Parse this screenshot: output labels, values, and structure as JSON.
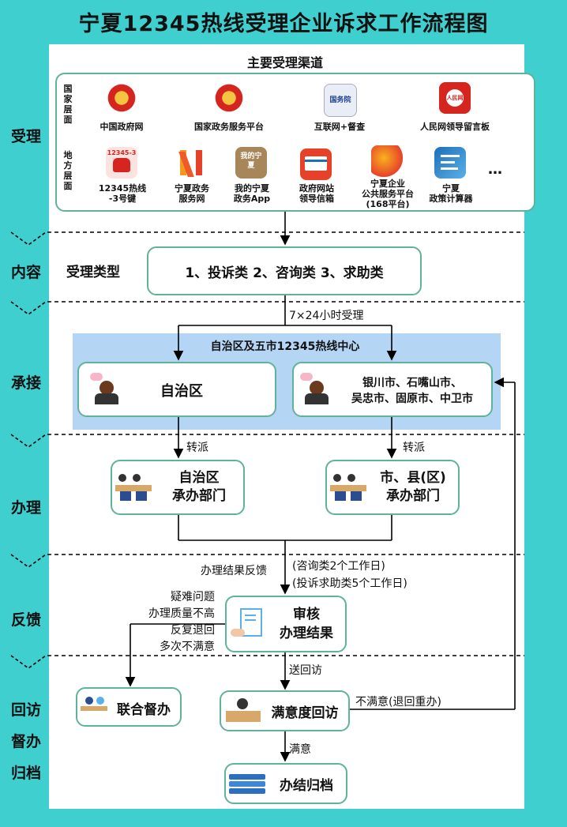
{
  "title": "宁夏12345热线受理企业诉求工作流程图",
  "stages": {
    "accept": "受理",
    "content": "内容",
    "undertake": "承接",
    "handle": "办理",
    "feedback": "反馈",
    "visit": [
      "回访",
      "督办",
      "归档"
    ]
  },
  "channels": {
    "heading": "主要受理渠道",
    "national_label": "国家层面",
    "local_label": "地方层面",
    "national": [
      {
        "name": "中国政府网",
        "icon": "national-emblem-icon"
      },
      {
        "name": "国家政务服务平台",
        "icon": "national-emblem-icon"
      },
      {
        "name": "互联网+督查",
        "icon": "state-council-icon",
        "logo_text": "国务院"
      },
      {
        "name": "人民网领导留言板",
        "icon": "people-daily-icon",
        "logo_text": "人民网"
      }
    ],
    "local": [
      {
        "name": "12345热线\n-3号键",
        "icon": "telephone-icon",
        "logo_text": "12345-3"
      },
      {
        "name": "宁夏政务\n服务网",
        "icon": "ningxia-n-icon"
      },
      {
        "name": "我的宁夏\n政务App",
        "icon": "my-ningxia-app-icon",
        "logo_text": "我的宁夏"
      },
      {
        "name": "政府网站\n领导信箱",
        "icon": "mailbox-icon"
      },
      {
        "name": "宁夏企业\n公共服务平台\n(168平台)",
        "icon": "phoenix-icon"
      },
      {
        "name": "宁夏\n政策计算器",
        "icon": "policy-calculator-icon"
      }
    ],
    "more": "…"
  },
  "content": {
    "label": "受理类型",
    "types": "1、投诉类 2、咨询类 3、求助类"
  },
  "hours_note": "7×24小时受理",
  "center_title": "自治区及五市12345热线中心",
  "region_box": "自治区",
  "cities_box": "银川市、石嘴山市、\n吴忠市、固原市、中卫市",
  "transfer": "转派",
  "dept_region": "自治区\n承办部门",
  "dept_city": "市、县(区)\n承办部门",
  "feedback_note": "办理结果反馈",
  "deadlines": "(咨询类2个工作日)\n(投诉求助类5个工作日)",
  "review": "审核\n办理结果",
  "escalation_note": "疑难问题\n办理质量不高\n反复退回\n多次不满意",
  "joint_supervision": "联合督办",
  "return_visit_note": "送回访",
  "satisfaction_visit": "满意度回访",
  "unsatisfied_note": "不满意(退回重办)",
  "satisfied_note": "满意",
  "archive": "办结归档",
  "colors": {
    "frame": "#3fcfcf",
    "box_border": "#5fb39a",
    "center_band": "#b5d5f5",
    "line": "#000000"
  }
}
